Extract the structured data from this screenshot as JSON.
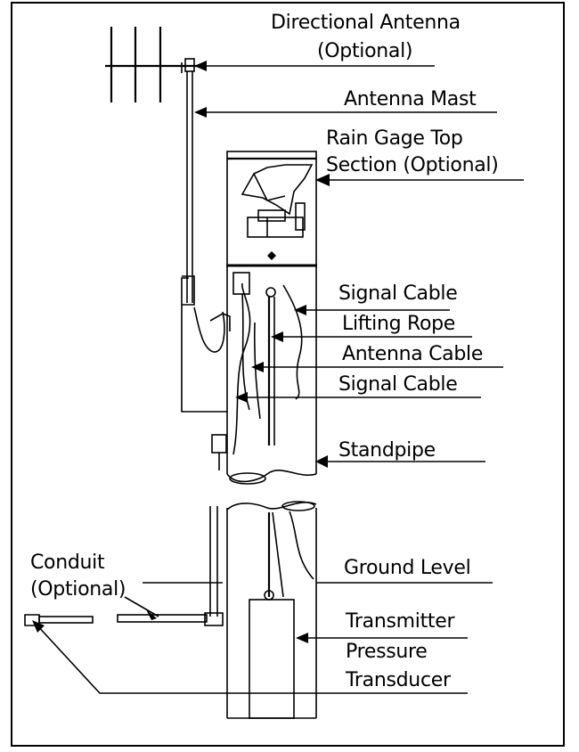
{
  "labels": {
    "directional_antenna": [
      "Directional Antenna",
      "(Optional)"
    ],
    "antenna_mast": "Antenna Mast",
    "rain_gage": [
      "Rain Gage Top",
      "Section (Optional)"
    ],
    "signal_cable_top": "Signal Cable",
    "lifting_rope": "Lifting Rope",
    "antenna_cable": "Antenna Cable",
    "signal_cable_bottom": "Signal Cable",
    "standpipe": "Standpipe",
    "conduit": [
      "Conduit",
      "(Optional)"
    ],
    "ground_level": "Ground Level",
    "transmitter": "Transmitter",
    "pressure_transducer": [
      "Pressure",
      "Transducer"
    ]
  }
}
